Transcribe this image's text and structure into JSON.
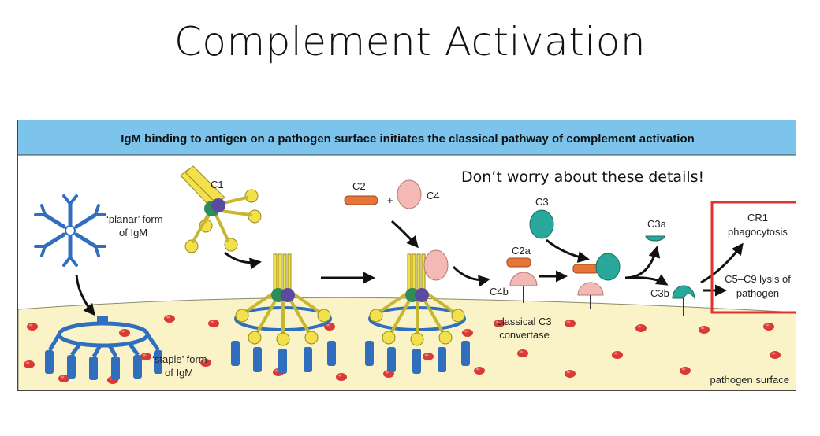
{
  "slide": {
    "title": "Complement Activation"
  },
  "figure": {
    "header": "IgM binding to antigen on a pathogen surface initiates the classical pathway of complement activation",
    "note": "Don’t worry about these details!",
    "labels": {
      "planar_line1": "‘planar’ form",
      "planar_line2": "of IgM",
      "staple_line1": "‘staple’ form",
      "staple_line2": "of IgM",
      "c1": "C1",
      "c2": "C2",
      "plus": "+",
      "c4": "C4",
      "c3": "C3",
      "c2a": "C2a",
      "c4b": "C4b",
      "convertase_line1": "classical C3",
      "convertase_line2": "convertase",
      "c3a": "C3a",
      "c3b": "C3b",
      "cr1_line1": "CR1",
      "cr1_line2": "phagocytosis",
      "lysis_line1": "C5–C9 lysis of",
      "lysis_line2": "pathogen",
      "surface": "pathogen surface"
    },
    "colors": {
      "header_bg": "#7cc4ec",
      "surface": "#fbf3c8",
      "antibody": "#2f6fbe",
      "c1_arm": "#f2e14c",
      "c1_green": "#2e8c5a",
      "c1_purple": "#5a4aa0",
      "c2": "#e8743a",
      "c4": "#f4b9b5",
      "c3": "#2aa79b",
      "antigen": "#d93a35",
      "highlight": "#e0332b"
    }
  }
}
